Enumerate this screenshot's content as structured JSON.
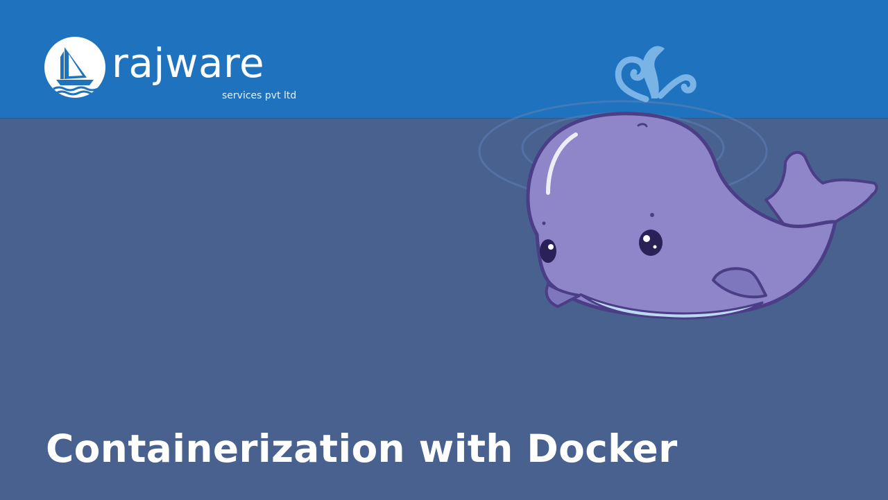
{
  "brand": {
    "name": "rajware",
    "tagline": "services pvt ltd"
  },
  "slide": {
    "title": "Containerization with Docker"
  },
  "illustration": {
    "subject": "docker-whale-icon"
  },
  "colors": {
    "header": "#1f72bd",
    "background": "#48618f",
    "whale_body": "#8e86c8",
    "whale_outline": "#4b3d86",
    "water": "#6fa7dc",
    "text": "#ffffff"
  }
}
